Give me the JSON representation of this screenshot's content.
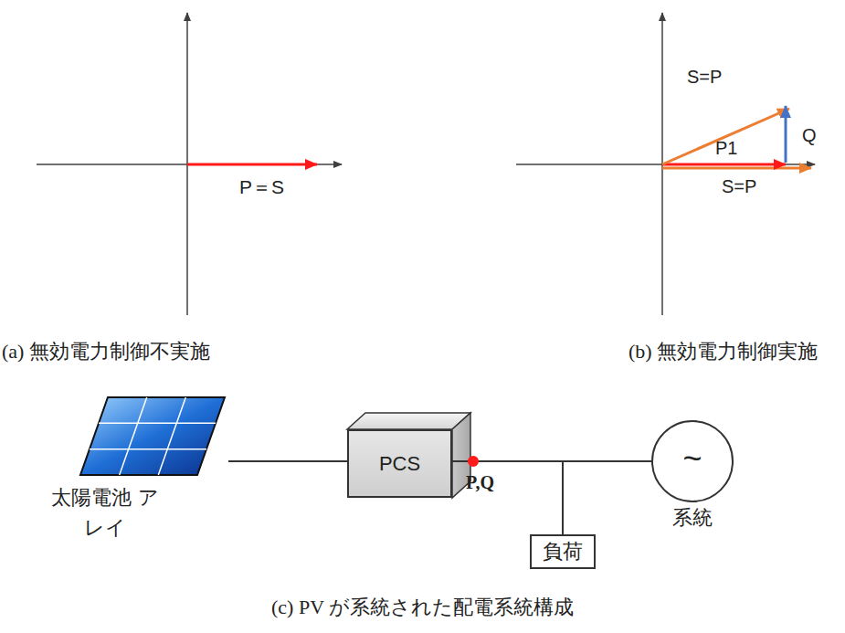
{
  "diagram": {
    "caption": "(c) PV が系統された配電系統構成",
    "nodes": [
      {
        "text": [
          "太陽電池 アレイ"
        ]
      },
      {
        "text": [
          "PCS"
        ]
      },
      {
        "text": [
          "負荷"
        ]
      },
      {
        "text": [
          "~",
          "系統"
        ]
      }
    ],
    "edges": [
      {
        "from": 0,
        "to": 1,
        "arrow": "none"
      },
      {
        "from": 1,
        "to": 3,
        "arrow": "none"
      },
      {
        "from": 1,
        "to": 2,
        "arrow": "none"
      }
    ],
    "labels": [
      "P＝S",
      "S=P",
      "Q",
      "P1",
      "S=P",
      "(a) 無効電力制御不実施",
      "(b) 無効電力制御実施",
      "P,Q"
    ]
  }
}
